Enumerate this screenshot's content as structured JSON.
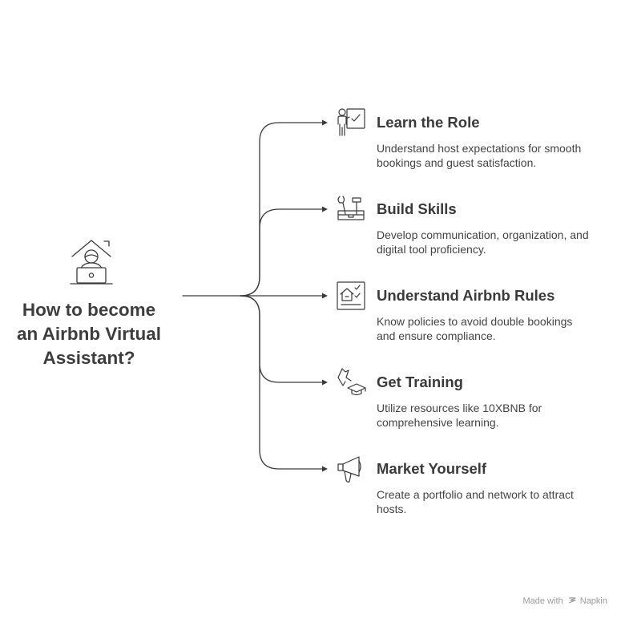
{
  "title": {
    "lines": [
      "How to become",
      "an Airbnb Virtual",
      "Assistant?"
    ]
  },
  "steps": [
    {
      "heading": "Learn the Role",
      "description": [
        "Understand host expectations for smooth",
        "bookings and guest satisfaction."
      ],
      "icon": "presenter-board-icon"
    },
    {
      "heading": "Build Skills",
      "description": [
        "Develop communication, organization, and",
        "digital tool proficiency."
      ],
      "icon": "toolbox-icon"
    },
    {
      "heading": "Understand Airbnb Rules",
      "description": [
        "Know policies to avoid double bookings",
        "and ensure compliance."
      ],
      "icon": "checklist-house-icon"
    },
    {
      "heading": "Get Training",
      "description": [
        "Utilize resources like 10XBNB for",
        "comprehensive learning."
      ],
      "icon": "graduation-cap-icon"
    },
    {
      "heading": "Market Yourself",
      "description": [
        "Create a portfolio and network to attract",
        "hosts."
      ],
      "icon": "megaphone-icon"
    }
  ],
  "footer": {
    "made_with": "Made with",
    "brand": "Napkin"
  },
  "colors": {
    "line": "#3a3a3a",
    "text": "#3a3a3a",
    "footer": "#9a9a9a"
  }
}
